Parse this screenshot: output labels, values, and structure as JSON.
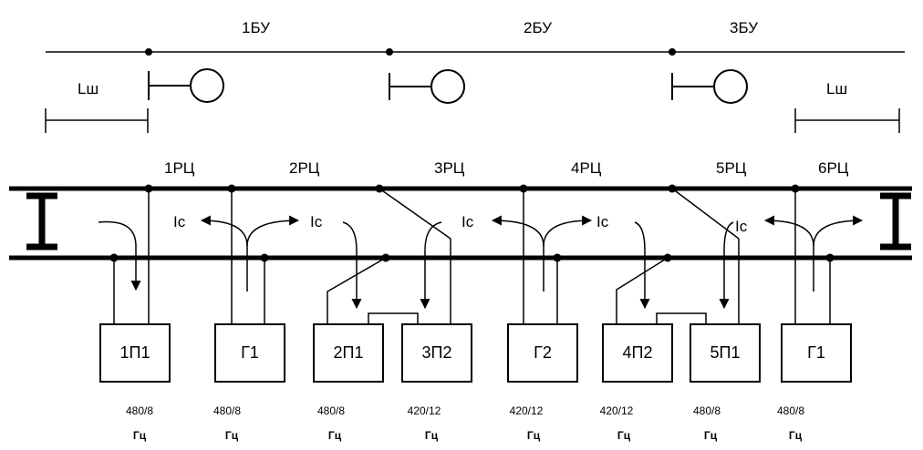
{
  "signal_points": [
    "1БУ",
    "2БУ",
    "3БУ"
  ],
  "shunt_labels": [
    "Lш",
    "Lш"
  ],
  "track_circuits": [
    "1РЦ",
    "2РЦ",
    "3РЦ",
    "4РЦ",
    "5РЦ",
    "6РЦ"
  ],
  "current_label": "Iс",
  "devices": [
    "1П1",
    "Г1",
    "2П1",
    "3П2",
    "Г2",
    "4П2",
    "5П1",
    "Г1"
  ],
  "frequencies": [
    "480/8",
    "480/8",
    "480/8",
    "420/12",
    "420/12",
    "420/12",
    "480/8",
    "480/8"
  ],
  "freq_unit": "Гц"
}
